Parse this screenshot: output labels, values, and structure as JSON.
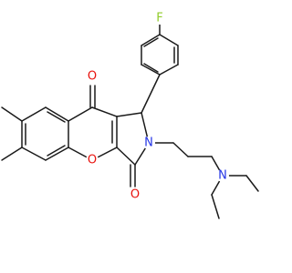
{
  "molecule": {
    "atoms": [
      {
        "id": "F",
        "symbol": "F",
        "color": "#90cc2a",
        "role": "fluorine"
      },
      {
        "id": "O9",
        "symbol": "O",
        "color": "#e8120d",
        "role": "ketone-oxygen"
      },
      {
        "id": "O3",
        "symbol": "O",
        "color": "#e8120d",
        "role": "lactam-carbonyl-oxygen"
      },
      {
        "id": "Oc",
        "symbol": "O",
        "color": "#e8120d",
        "role": "ring-ether-oxygen"
      },
      {
        "id": "N2",
        "symbol": "N",
        "color": "#2233e6",
        "role": "pyrrolone-nitrogen"
      },
      {
        "id": "Nam",
        "symbol": "N",
        "color": "#2233e6",
        "role": "diethylamino-nitrogen"
      }
    ]
  }
}
